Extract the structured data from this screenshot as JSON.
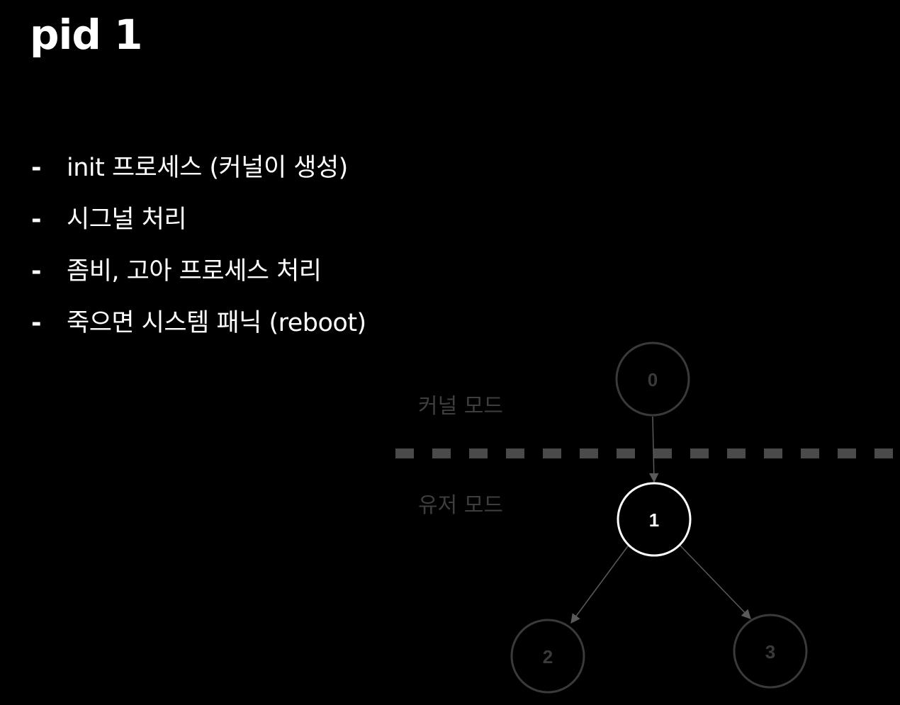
{
  "title": "pid 1",
  "bullets": [
    {
      "dash": "-",
      "text": "init 프로세스 (커널이 생성)"
    },
    {
      "dash": "-",
      "text": "시그널 처리"
    },
    {
      "dash": "-",
      "text": "좀비, 고아 프로세스 처리"
    },
    {
      "dash": "-",
      "text": "죽으면 시스템 패닉 (reboot)"
    }
  ],
  "diagram": {
    "kernel_mode_label": "커널 모드",
    "user_mode_label": "유저 모드",
    "nodes": [
      {
        "id": "0",
        "highlighted": false
      },
      {
        "id": "1",
        "highlighted": true
      },
      {
        "id": "2",
        "highlighted": false
      },
      {
        "id": "3",
        "highlighted": false
      }
    ],
    "edges": [
      {
        "from": "0",
        "to": "1"
      },
      {
        "from": "1",
        "to": "2"
      },
      {
        "from": "1",
        "to": "3"
      }
    ]
  },
  "colors": {
    "background": "#000000",
    "text": "#ffffff",
    "dim_node": "#3a3a3a",
    "dim_label": "#3e3e3e",
    "divider": "#4a4a4a",
    "edge": "#5a5a5a"
  }
}
